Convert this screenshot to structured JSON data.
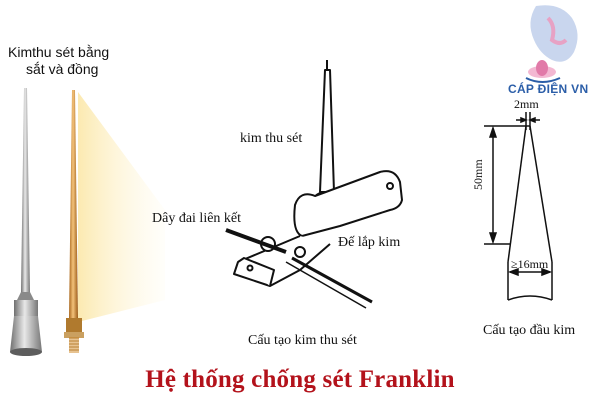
{
  "left_label": [
    "Kimthu sét bằng",
    "sắt và đồng"
  ],
  "center": {
    "needle_label": "kim thu sét",
    "strap_label": "Dây đai liên kết",
    "base_label": "Đế lắp kim",
    "caption": "Cấu tạo kim thu sét"
  },
  "right": {
    "tip_width": "2mm",
    "height": "50mm",
    "base_width": "≥16mm",
    "caption": "Cấu tạo đầu kim"
  },
  "brand": {
    "name": "CÁP ĐIỆN VN",
    "color": "#2b5ea8"
  },
  "title": "Hệ thống chống sét Franklin",
  "title_color": "#b3121b"
}
